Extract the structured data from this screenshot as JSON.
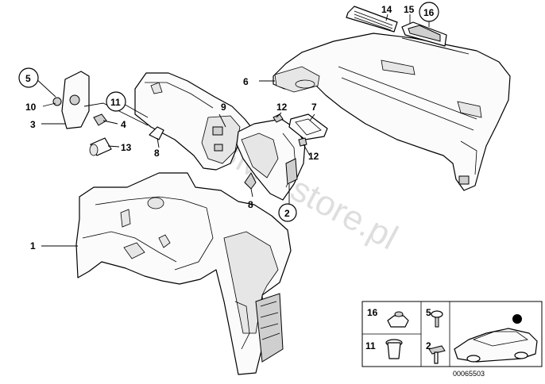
{
  "watermark": "www.BMWstore.pl",
  "callouts": {
    "c1": "1",
    "c2": "2",
    "c3": "3",
    "c4": "4",
    "c5": "5",
    "c6": "6",
    "c7": "7",
    "c8a": "8",
    "c8b": "8",
    "c9": "9",
    "c10": "10",
    "c11": "11",
    "c12a": "12",
    "c12b": "12",
    "c13": "13",
    "c14": "14",
    "c15": "15",
    "c16": "16"
  },
  "inset": {
    "l16": "16",
    "l5": "5",
    "l11": "11",
    "l2": "2"
  },
  "diagram_id": "00065503"
}
